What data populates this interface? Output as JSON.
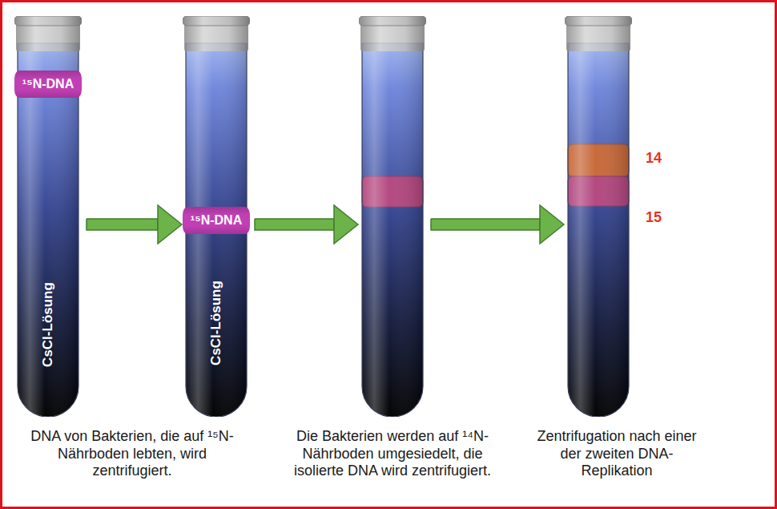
{
  "diagram": {
    "nodes": [
      {
        "text": [
          "CsCl-Lösung",
          "DNA von Bakterien, die auf ¹⁵N-Nährboden lebten, wird zentrifugiert."
        ]
      },
      {
        "text": [
          "¹⁵N-DNA"
        ],
        "in": 0
      },
      {
        "text": [
          "CsCl-Lösung"
        ]
      },
      {
        "text": [
          "¹⁵N-DNA"
        ],
        "in": 2
      },
      {
        "text": [
          "Die Bakterien werden auf ¹⁴N-Nährboden umgesiedelt, die isolierte DNA wird zentrifugiert."
        ]
      },
      {
        "text": [
          "Zentrifugation nach einer der zweiten DNA-Replikation"
        ]
      }
    ],
    "edges": [
      {
        "from": 0,
        "to": 2,
        "arrow": "to"
      },
      {
        "from": 2,
        "to": 4,
        "arrow": "to"
      },
      {
        "from": 4,
        "to": 5,
        "arrow": "to"
      }
    ],
    "labels": [
      "14",
      "15"
    ]
  }
}
